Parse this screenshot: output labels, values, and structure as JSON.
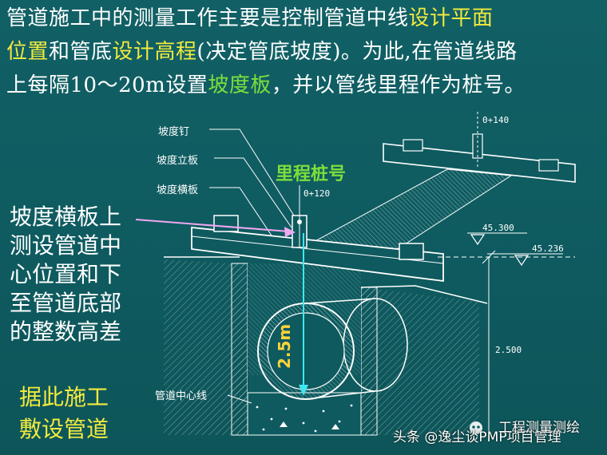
{
  "intro": {
    "line1_a": "管道施工中的测量工作主要是控制管道中线",
    "line1_b": "设计平面",
    "line2_a": "位置",
    "line2_b": "和管底",
    "line2_c": "设计高程",
    "line2_d": "(决定管底坡度)。为此,在管道线路",
    "line3_a": "上每隔10～20m设置",
    "line3_b": "坡度板",
    "line3_c": "，并以管线里程作为桩号。"
  },
  "side_note": [
    "坡度横板上",
    "测设管道中",
    "心位置和下",
    "至管道底部",
    "的整数高差"
  ],
  "side_note2": [
    "据此施工",
    "敷设管道"
  ],
  "labels": {
    "nail": "坡度钉",
    "post": "坡度立板",
    "beam": "坡度横板",
    "stake_title": "里程桩号",
    "stake_near": "0+120",
    "stake_far": "0+140",
    "elev1": "45.300",
    "elev2": "45.236",
    "depth_dim": "2.500",
    "depth_mark": "2.5m",
    "centerline": "管道中心线"
  },
  "watermark": "头条 @逸尘谈PMP项目管理",
  "watermark2": "工程测量测绘",
  "colors": {
    "background": "#0e5a5f",
    "text": "#ffffff",
    "highlight_yellow": "#f2ea3e",
    "highlight_green": "#7dde3c",
    "arrow_pink": "#f0a8f0",
    "arrow_cyan": "#3ee8f0"
  }
}
